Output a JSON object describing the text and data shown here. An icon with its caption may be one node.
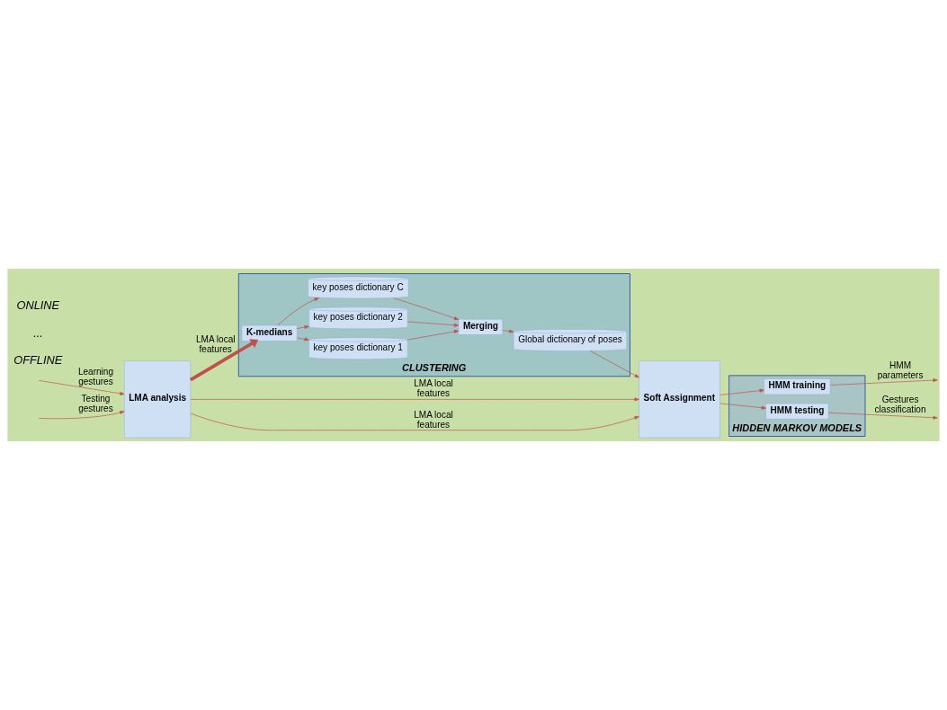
{
  "diagram": {
    "nodes": [
      {
        "text": [
          "CLUSTERING"
        ]
      },
      {
        "text": [
          "K-medians"
        ],
        "in": 0
      },
      {
        "text": [
          "key poses dictionary 1"
        ],
        "in": 0
      },
      {
        "text": [
          "key poses dictionary 2"
        ],
        "in": 0
      },
      {
        "text": [
          "key poses dictionary C"
        ],
        "in": 0
      },
      {
        "text": [
          "Merging"
        ],
        "in": 0
      },
      {
        "text": [
          "Global dictionary of poses"
        ],
        "in": 0
      },
      {
        "text": [
          "LMA analysis"
        ]
      },
      {
        "text": [
          "Soft Assignment"
        ]
      },
      {
        "text": [
          "HIDDEN MARKOV MODELS"
        ]
      },
      {
        "text": [
          "HMM training"
        ],
        "in": 9
      },
      {
        "text": [
          "HMM testing"
        ],
        "in": 9
      }
    ],
    "edges": [
      {
        "from": null,
        "to": 7,
        "arrow": "to",
        "label": "Learning gestures"
      },
      {
        "from": null,
        "to": 7,
        "arrow": "to",
        "label": "Testing gestures"
      },
      {
        "from": 7,
        "to": 1,
        "arrow": "to",
        "label": "LMA local features",
        "style": "thick"
      },
      {
        "from": 1,
        "to": 2,
        "arrow": "to"
      },
      {
        "from": 1,
        "to": 3,
        "arrow": "to"
      },
      {
        "from": 1,
        "to": 4,
        "arrow": "to"
      },
      {
        "from": 2,
        "to": 5,
        "arrow": "to"
      },
      {
        "from": 3,
        "to": 5,
        "arrow": "to"
      },
      {
        "from": 4,
        "to": 5,
        "arrow": "to"
      },
      {
        "from": 5,
        "to": 6,
        "arrow": "to"
      },
      {
        "from": 6,
        "to": 8,
        "arrow": "to"
      },
      {
        "from": 7,
        "to": 8,
        "arrow": "to",
        "label": "LMA local features"
      },
      {
        "from": 7,
        "to": 8,
        "arrow": "to",
        "label": "LMA local features"
      },
      {
        "from": 8,
        "to": 10,
        "arrow": "to"
      },
      {
        "from": 8,
        "to": 11,
        "arrow": "to"
      },
      {
        "from": 10,
        "to": null,
        "arrow": "to",
        "label": "HMM parameters"
      },
      {
        "from": 11,
        "to": null,
        "arrow": "to",
        "label": "Gestures classification"
      }
    ],
    "labels": [
      "OFFLINE",
      "...",
      "ONLINE"
    ]
  }
}
